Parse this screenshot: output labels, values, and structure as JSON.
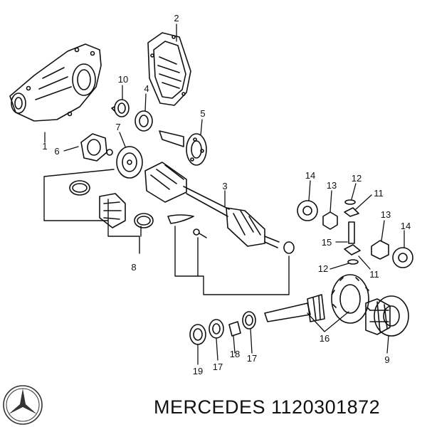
{
  "diagram": {
    "callouts": [
      {
        "id": "c1",
        "label": "1"
      },
      {
        "id": "c2",
        "label": "2"
      },
      {
        "id": "c3",
        "label": "3"
      },
      {
        "id": "c4",
        "label": "4"
      },
      {
        "id": "c5",
        "label": "5"
      },
      {
        "id": "c6",
        "label": "6"
      },
      {
        "id": "c7",
        "label": "7"
      },
      {
        "id": "c8",
        "label": "8"
      },
      {
        "id": "c9",
        "label": "9"
      },
      {
        "id": "c10",
        "label": "10"
      },
      {
        "id": "c11a",
        "label": "11"
      },
      {
        "id": "c11b",
        "label": "11"
      },
      {
        "id": "c12a",
        "label": "12"
      },
      {
        "id": "c12b",
        "label": "12"
      },
      {
        "id": "c13a",
        "label": "13"
      },
      {
        "id": "c13b",
        "label": "13"
      },
      {
        "id": "c14a",
        "label": "14"
      },
      {
        "id": "c14b",
        "label": "14"
      },
      {
        "id": "c15",
        "label": "15"
      },
      {
        "id": "c16",
        "label": "16"
      },
      {
        "id": "c17a",
        "label": "17"
      },
      {
        "id": "c17b",
        "label": "17"
      },
      {
        "id": "c18",
        "label": "18"
      },
      {
        "id": "c19",
        "label": "19"
      }
    ]
  },
  "footer": {
    "logo": "mercedes-star-logo",
    "caption": "MERCEDES 1120301872"
  },
  "colors": {
    "ink": "#111111",
    "background": "#ffffff"
  }
}
